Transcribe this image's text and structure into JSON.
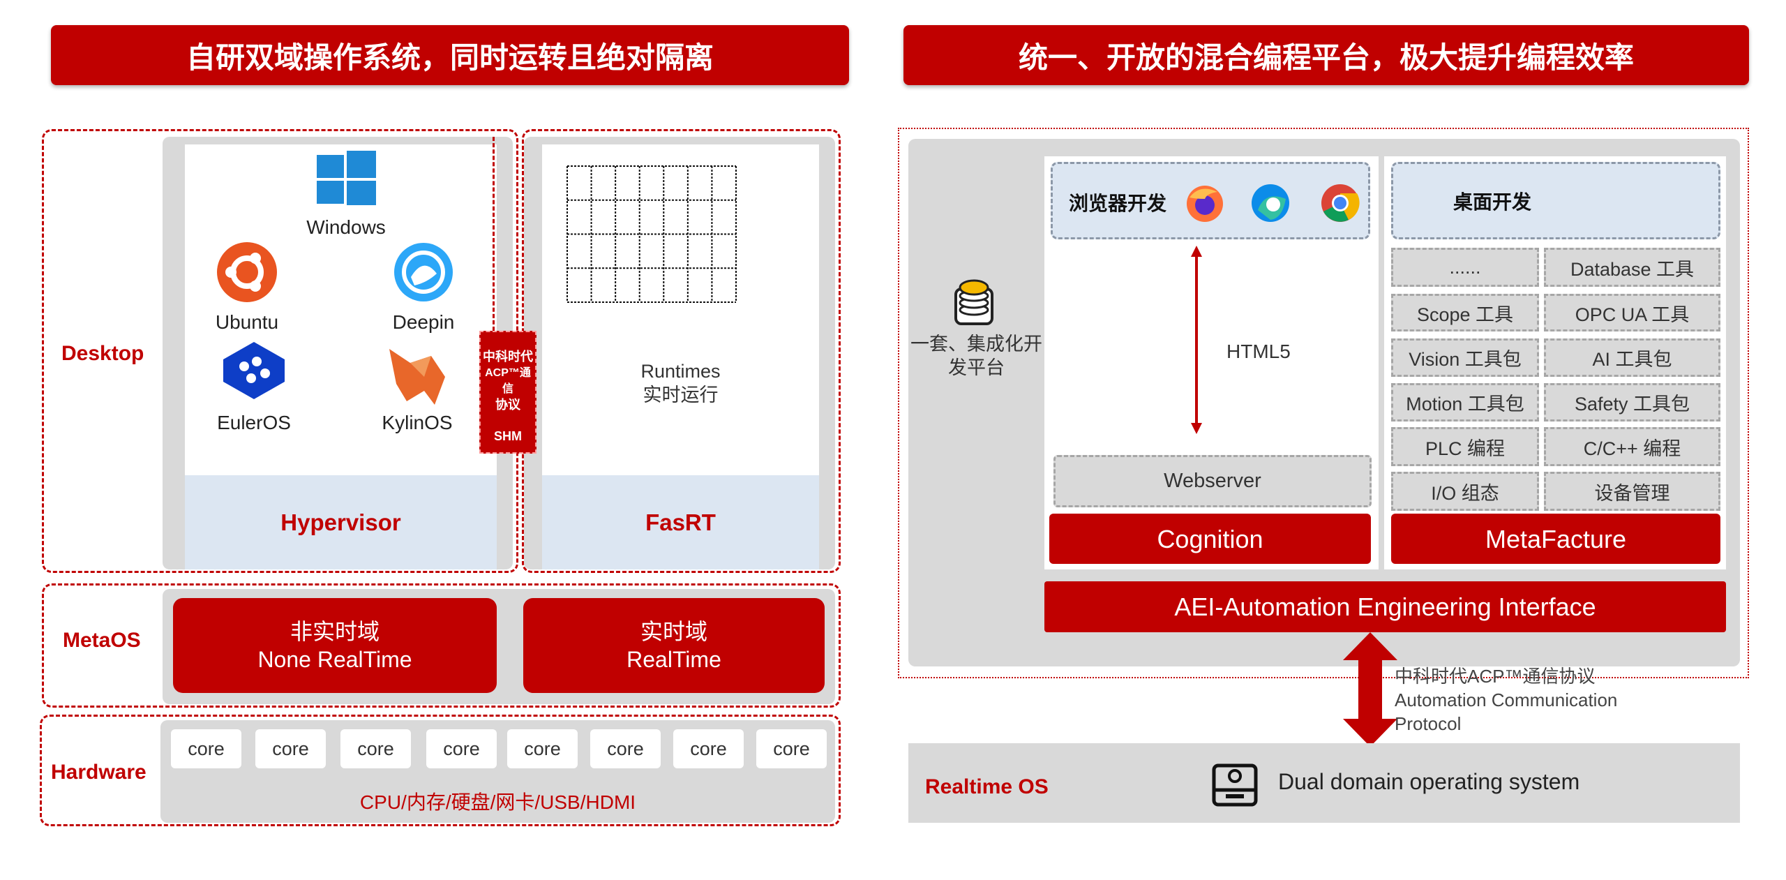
{
  "left": {
    "title": "自研双域操作系统，同时运转且绝对隔离",
    "desktop_label": "Desktop",
    "metaos_label": "MetaOS",
    "hardware_label": "Hardware",
    "os_list": [
      "Windows",
      "Ubuntu",
      "Deepin",
      "EulerOS",
      "KylinOS"
    ],
    "hypervisor": "Hypervisor",
    "fasrt": "FasRT",
    "runtimes_line1": "Runtimes",
    "runtimes_line2": "实时运行",
    "acp_line1": "中科时代",
    "acp_line2": "ACP™通信",
    "acp_line3": "协议",
    "acp_shm": "SHM",
    "nrt_line1": "非实时域",
    "nrt_line2": "None RealTime",
    "rt_line1": "实时域",
    "rt_line2": "RealTime",
    "cores": [
      "core",
      "core",
      "core",
      "core",
      "core",
      "core",
      "core",
      "core"
    ],
    "hw_text": "CPU/内存/硬盘/网卡/USB/HDMI"
  },
  "right": {
    "title": "统一、开放的混合编程平台，极大提升编程效率",
    "platform_line1": "一套、集成化开",
    "platform_line2": "发平台",
    "browser_dev": "浏览器开发",
    "desktop_dev": "桌面开发",
    "html5": "HTML5",
    "webserver": "Webserver",
    "cognition": "Cognition",
    "metafacture": "MetaFacture",
    "tools": [
      "......",
      "Database 工具",
      "Scope 工具",
      "OPC UA 工具",
      "Vision 工具包",
      "AI 工具包",
      "Motion 工具包",
      "Safety 工具包",
      "PLC 编程",
      "C/C++ 编程",
      "I/O  组态",
      "设备管理"
    ],
    "aei": "AEI-Automation Engineering Interface",
    "acp_line1": "中科时代ACP™通信协议",
    "acp_line2": "Automation Communication",
    "acp_line3": "Protocol",
    "realtime_os": "Realtime OS",
    "dual_domain": "Dual domain operating system"
  },
  "colors": {
    "accent": "#c00000",
    "panel": "#d9d9d9",
    "light_blue": "#dce6f2"
  }
}
